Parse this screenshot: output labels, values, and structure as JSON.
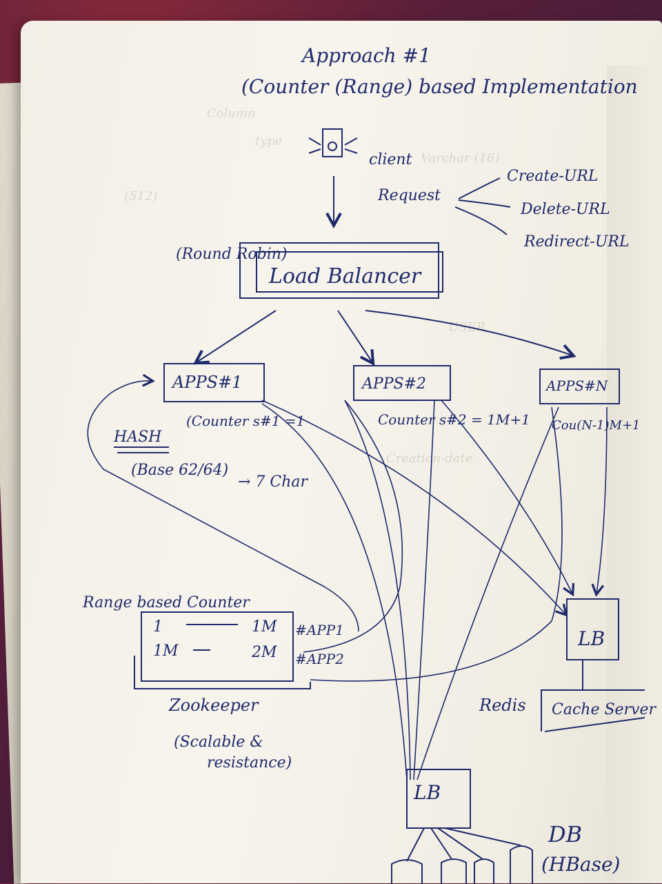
{
  "title": {
    "line1": "Approach #1",
    "line2": "(Counter (Range) based Implementation"
  },
  "client": {
    "label": "client",
    "request": "Request"
  },
  "requests": [
    "Create-URL",
    "Delete-URL",
    "Redirect-URL"
  ],
  "load_balancer": {
    "label": "Load Balancer",
    "strategy": "(Round Robin)"
  },
  "apps": [
    {
      "label": "APPS#1",
      "counter": "(Counter s#1 =1"
    },
    {
      "label": "APPS#2",
      "counter": "Counter s#2 = 1M+1"
    },
    {
      "label": "APPS#N",
      "counter": "Cou(N-1)M+1"
    }
  ],
  "hash": {
    "label": "HASH",
    "base": "(Base 62/64)",
    "chars": "→ 7 Char"
  },
  "range_counter": {
    "title": "Range based Counter",
    "rows": [
      {
        "from": "1",
        "to": "1M",
        "tag": "#APP1"
      },
      {
        "from": "1M",
        "to": "2M",
        "tag": "#APP2"
      }
    ],
    "name": "Zookeeper",
    "note_line1": "(Scalable &",
    "note_line2": "resistance)"
  },
  "cache": {
    "lb": "LB",
    "store": "Redis",
    "server": "Cache Server"
  },
  "db": {
    "lb": "LB",
    "label": "DB",
    "type": "(HBase)"
  },
  "colors": {
    "ink": "#1f2a6b",
    "paper": "#f5f2ea",
    "background": "#4a1c3c"
  }
}
